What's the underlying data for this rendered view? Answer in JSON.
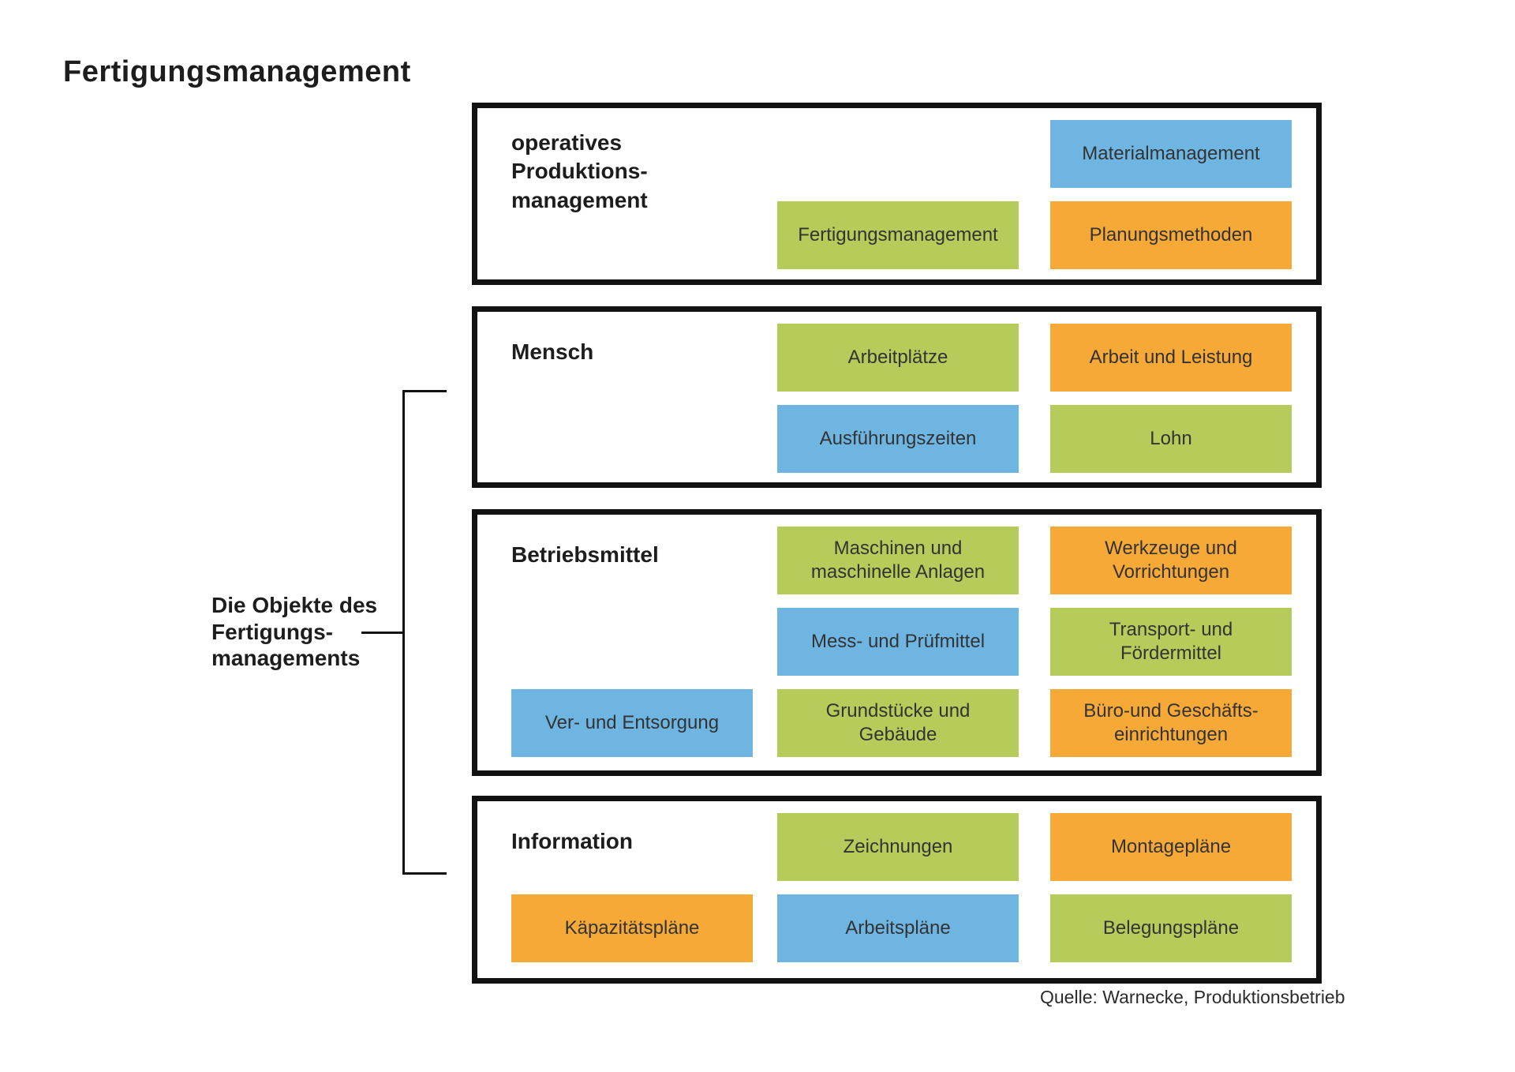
{
  "title": "Fertigungsmanagement",
  "side_label": {
    "text": "Die Objekte des\nFertigungs-\nmanagements"
  },
  "source": "Quelle: Warnecke, Produktionsbetrieb",
  "colors": {
    "green": "#b5cc5a",
    "blue": "#6fb5e2",
    "orange": "#f7a937",
    "line": "#121212"
  },
  "boxes": [
    {
      "label": "operatives\nProduktions-\nmanagement",
      "blocks": [
        {
          "label": "Materialmanagement",
          "color": "blue"
        },
        {
          "label": "Fertigungsmanagement",
          "color": "green"
        },
        {
          "label": "Planungsmethoden",
          "color": "orange"
        }
      ]
    },
    {
      "label": "Mensch",
      "blocks": [
        {
          "label": "Arbeitplätze",
          "color": "green"
        },
        {
          "label": "Arbeit und Leistung",
          "color": "orange"
        },
        {
          "label": "Ausführungszeiten",
          "color": "blue"
        },
        {
          "label": "Lohn",
          "color": "green"
        }
      ]
    },
    {
      "label": "Betriebsmittel",
      "blocks": [
        {
          "label": "Maschinen und\nmaschinelle Anlagen",
          "color": "green"
        },
        {
          "label": "Werkzeuge und\nVorrichtungen",
          "color": "orange"
        },
        {
          "label": "Mess- und Prüfmittel",
          "color": "blue"
        },
        {
          "label": "Transport- und\nFördermittel",
          "color": "green"
        },
        {
          "label": "Ver- und Entsorgung",
          "color": "blue"
        },
        {
          "label": "Grundstücke und\nGebäude",
          "color": "green"
        },
        {
          "label": "Büro-und Geschäfts-\neinrichtungen",
          "color": "orange"
        }
      ]
    },
    {
      "label": "Information",
      "blocks": [
        {
          "label": "Zeichnungen",
          "color": "green"
        },
        {
          "label": "Montagepläne",
          "color": "orange"
        },
        {
          "label": "Käpazitätspläne",
          "color": "orange"
        },
        {
          "label": "Arbeitspläne",
          "color": "blue"
        },
        {
          "label": "Belegungspläne",
          "color": "green"
        }
      ]
    }
  ]
}
